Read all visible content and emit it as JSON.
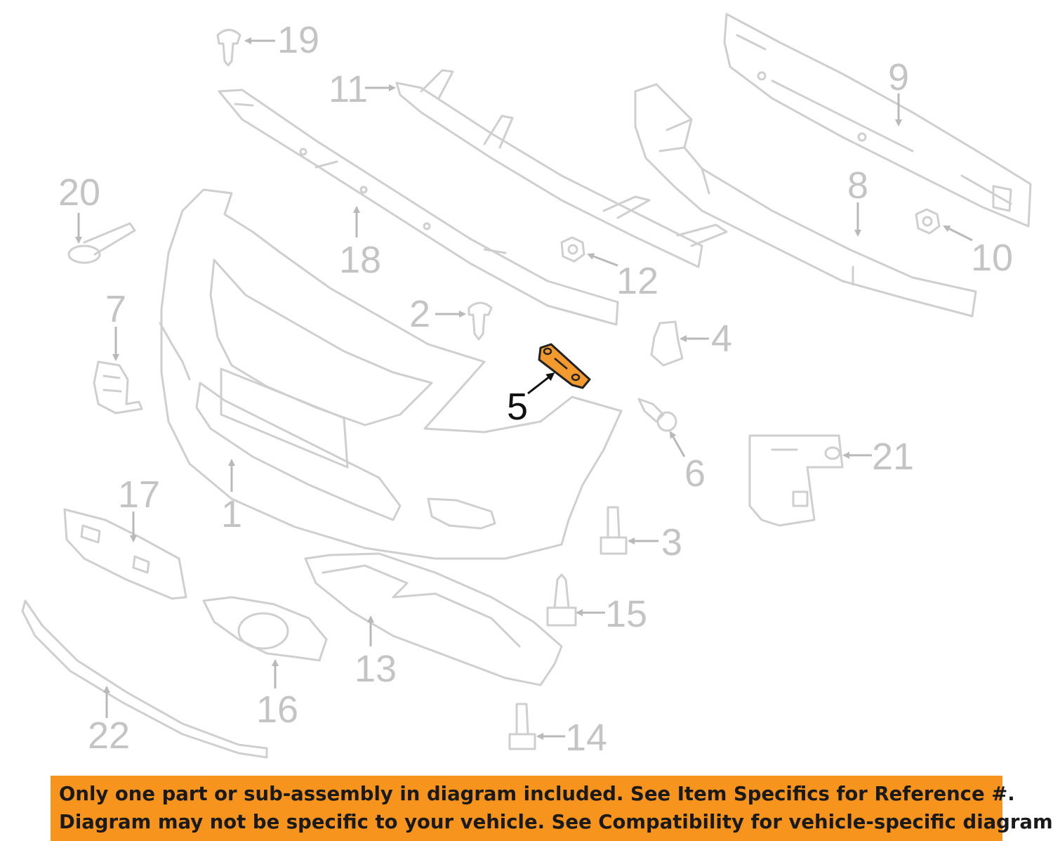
{
  "diagram": {
    "highlighted_part": "5",
    "highlight_color": "#f29a2e",
    "part_color": "#cfcfcf",
    "callouts": [
      "1",
      "2",
      "3",
      "4",
      "5",
      "6",
      "7",
      "8",
      "9",
      "10",
      "11",
      "12",
      "13",
      "14",
      "15",
      "16",
      "17",
      "18",
      "19",
      "20",
      "21",
      "22"
    ]
  },
  "notice": {
    "line1": "Only one part or sub-assembly in diagram included. See Item Specifics for Reference #.",
    "line2": "Diagram may not be specific to your vehicle. See Compatibility for vehicle-specific diagrams.",
    "background": "#f7941d"
  }
}
